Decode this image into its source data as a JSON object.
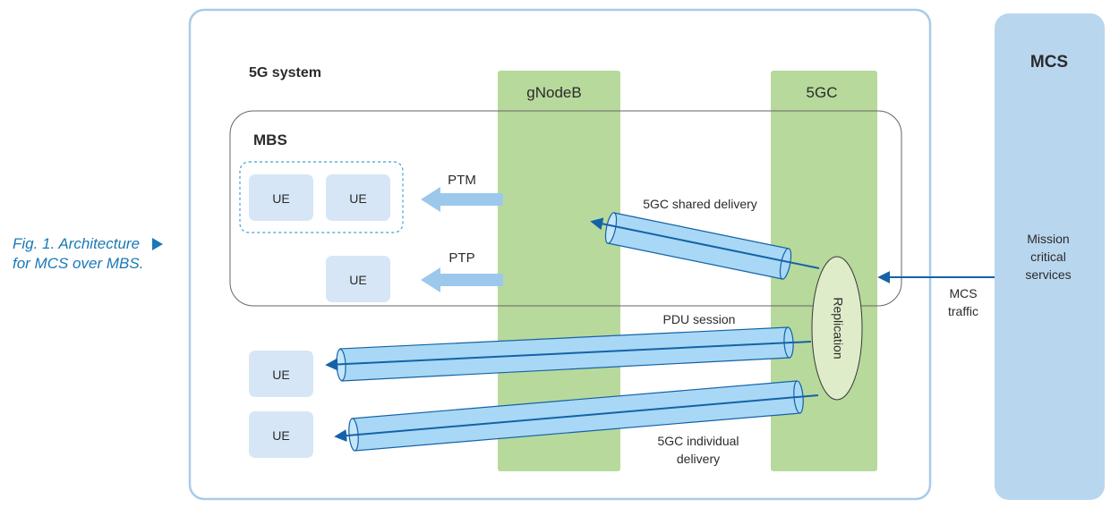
{
  "caption": {
    "line1": "Fig. 1. Architecture",
    "line2": "for MCS over MBS."
  },
  "system": {
    "title": "5G system"
  },
  "mbs": {
    "title": "MBS"
  },
  "gnodeb": {
    "label": "gNodeB"
  },
  "core": {
    "label": "5GC"
  },
  "mcs": {
    "title": "MCS",
    "services_line1": "Mission",
    "services_line2": "critical",
    "services_line3": "services"
  },
  "ue_label": "UE",
  "labels": {
    "ptm": "PTM",
    "ptp": "PTP",
    "shared_delivery": "5GC shared delivery",
    "pdu_session": "PDU session",
    "individual_line1": "5GC individual",
    "individual_line2": "delivery",
    "replication": "Replication",
    "traffic_line1": "MCS",
    "traffic_line2": "traffic"
  },
  "colors": {
    "frame": "#a9cbe8",
    "green": "#b7d99b",
    "mcs_box": "#b9d6ef",
    "ue_box": "#d6e6f6",
    "tube": "#a8d8f5",
    "tube_line": "#1462a8",
    "arrow": "#9cc8ec",
    "replication": "#deecc9",
    "caption": "#1a78b8"
  }
}
